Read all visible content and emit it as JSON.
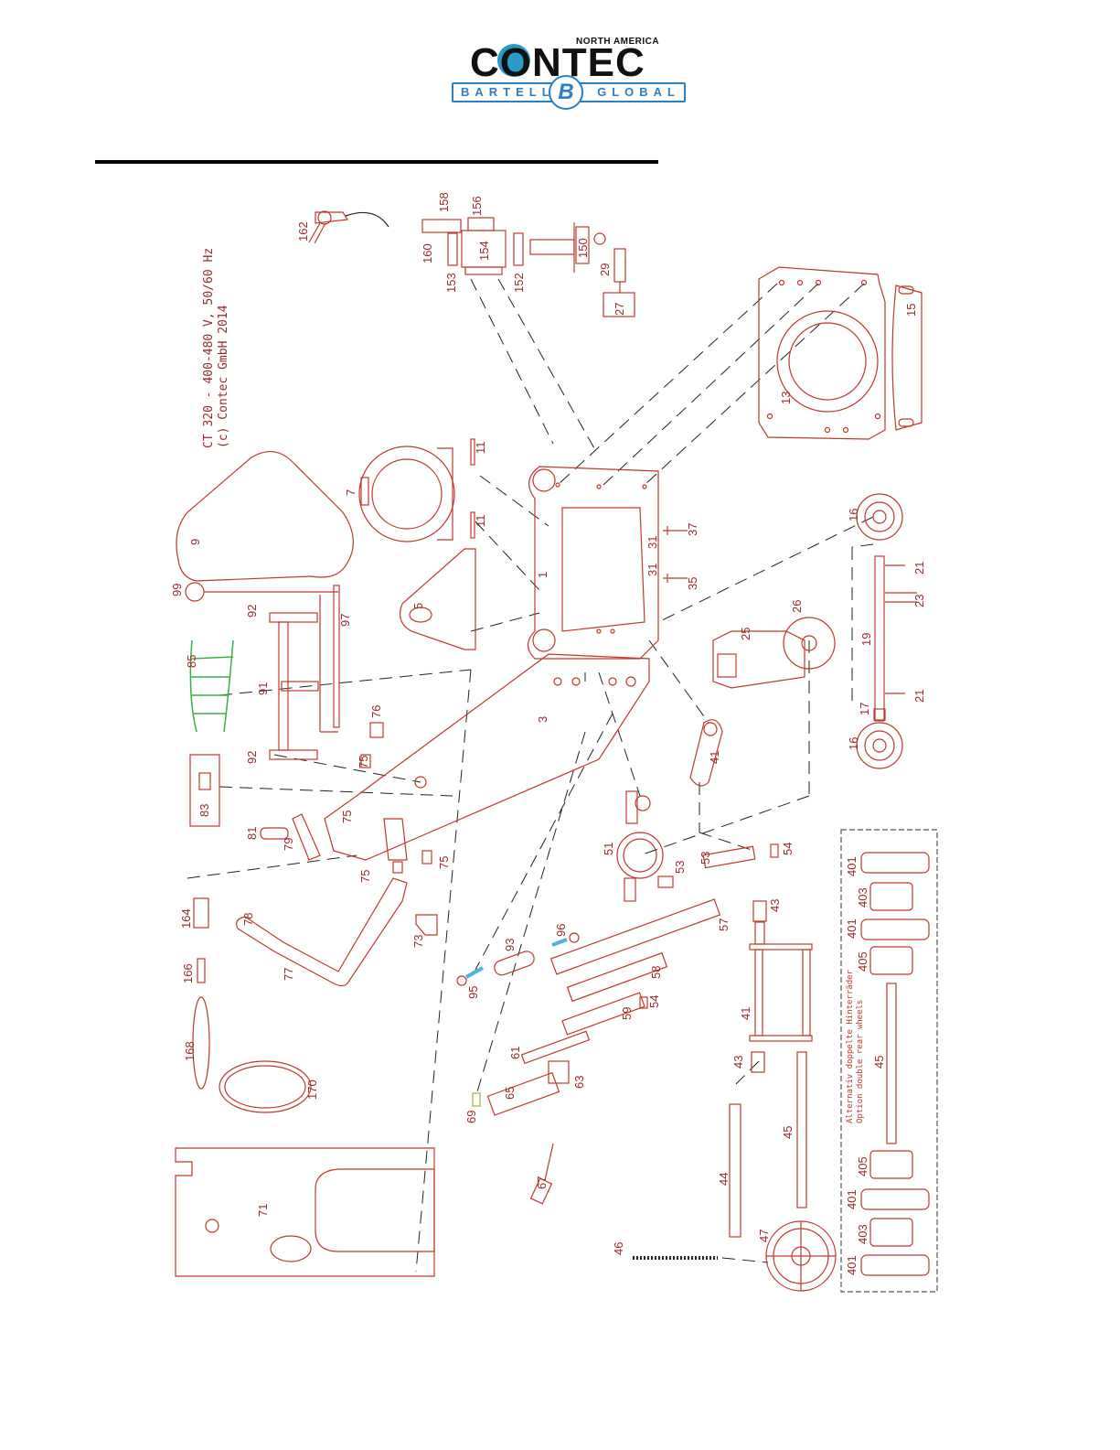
{
  "brand": {
    "region": "NORTH AMERICA",
    "name": "CONTEC",
    "band_left": "BARTELL",
    "band_right": "GLOBAL",
    "badge": "B",
    "color_primary": "#111111",
    "color_accent": "#2a7fc6"
  },
  "caption": {
    "line1": "CT 320 - 400-480 V, 50/60 Hz",
    "line2": "(c) Contec GmbH 2014"
  },
  "note": {
    "line1": "Alternativ doppelte Hinterräder",
    "line2": "Option double rear wheels"
  },
  "parts": {
    "p1": "1",
    "p3": "3",
    "p5": "5",
    "p7": "7",
    "p9": "9",
    "p11a": "11",
    "p11b": "11",
    "p13": "13",
    "p15": "15",
    "p16a": "16",
    "p16b": "16",
    "p17": "17",
    "p19": "19",
    "p21a": "21",
    "p21b": "21",
    "p23": "23",
    "p25": "25",
    "p26": "26",
    "p27": "27",
    "p29": "29",
    "p31a": "31",
    "p31b": "31",
    "p35": "35",
    "p37": "37",
    "p41a": "41",
    "p41b": "41",
    "p43a": "43",
    "p43b": "43",
    "p44": "44",
    "p45a": "45",
    "p45b": "45",
    "p46": "46",
    "p47": "47",
    "p51": "51",
    "p53a": "53",
    "p53b": "53",
    "p54a": "54",
    "p54b": "54",
    "p57": "57",
    "p58": "58",
    "p59": "59",
    "p61": "61",
    "p63": "63",
    "p65": "65",
    "p67": "67",
    "p69": "69",
    "p71": "71",
    "p73": "73",
    "p75a": "75",
    "p75b": "75",
    "p75c": "75",
    "p75d": "75",
    "p76": "76",
    "p77": "77",
    "p78": "78",
    "p79": "79",
    "p81": "81",
    "p83": "83",
    "p85": "85",
    "p91": "91",
    "p92a": "92",
    "p92b": "92",
    "p93": "93",
    "p95": "95",
    "p96": "96",
    "p97": "97",
    "p99": "99",
    "p150": "150",
    "p152": "152",
    "p153": "153",
    "p154": "154",
    "p156": "156",
    "p158": "158",
    "p160": "160",
    "p162": "162",
    "p164": "164",
    "p166": "166",
    "p168": "168",
    "p170": "170",
    "p401a": "401",
    "p401b": "401",
    "p401c": "401",
    "p401d": "401",
    "p403a": "403",
    "p403b": "403",
    "p405a": "405",
    "p405b": "405"
  },
  "colors": {
    "line": "#c0392b",
    "leader": "#222222",
    "hose": "#3cb043",
    "highlight": "#4fb3d9",
    "box": "#555555"
  }
}
